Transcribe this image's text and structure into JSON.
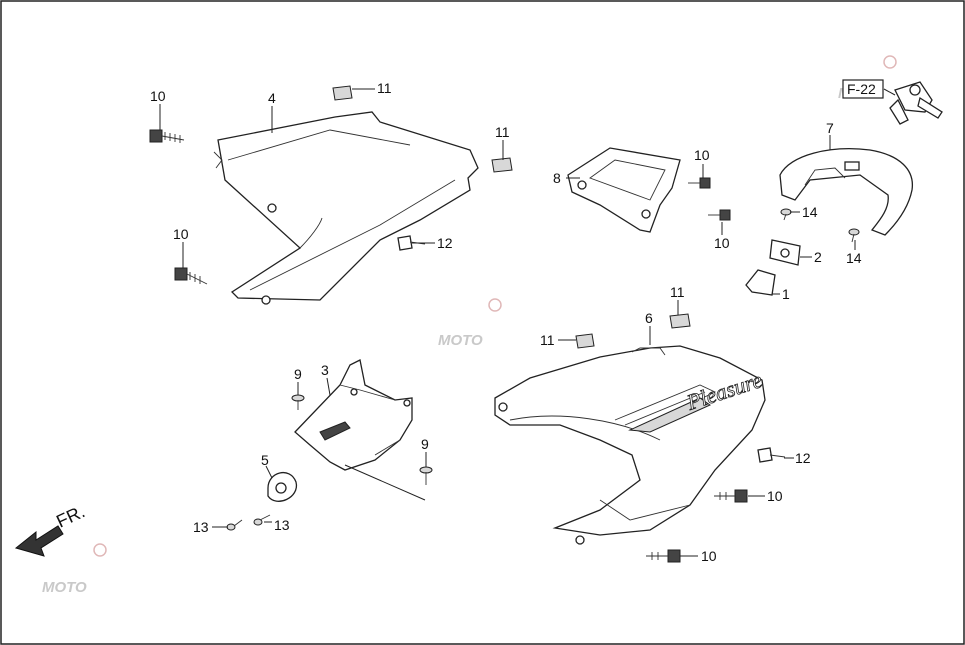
{
  "diagram": {
    "reference_box": "F-22",
    "direction_label": "FR.",
    "callouts": {
      "c1": "1",
      "c2": "2",
      "c3": "3",
      "c4": "4",
      "c5": "5",
      "c6": "6",
      "c7": "7",
      "c8": "8",
      "c9a": "9",
      "c9b": "9",
      "c10a": "10",
      "c10b": "10",
      "c10c": "10",
      "c10d": "10",
      "c10e": "10",
      "c10f": "10",
      "c11a": "11",
      "c11b": "11",
      "c11c": "11",
      "c11d": "11",
      "c12a": "12",
      "c12b": "12",
      "c13a": "13",
      "c13b": "13",
      "c14a": "14",
      "c14b": "14"
    },
    "panel_text": "Pleasure",
    "watermark": "MOTO"
  }
}
